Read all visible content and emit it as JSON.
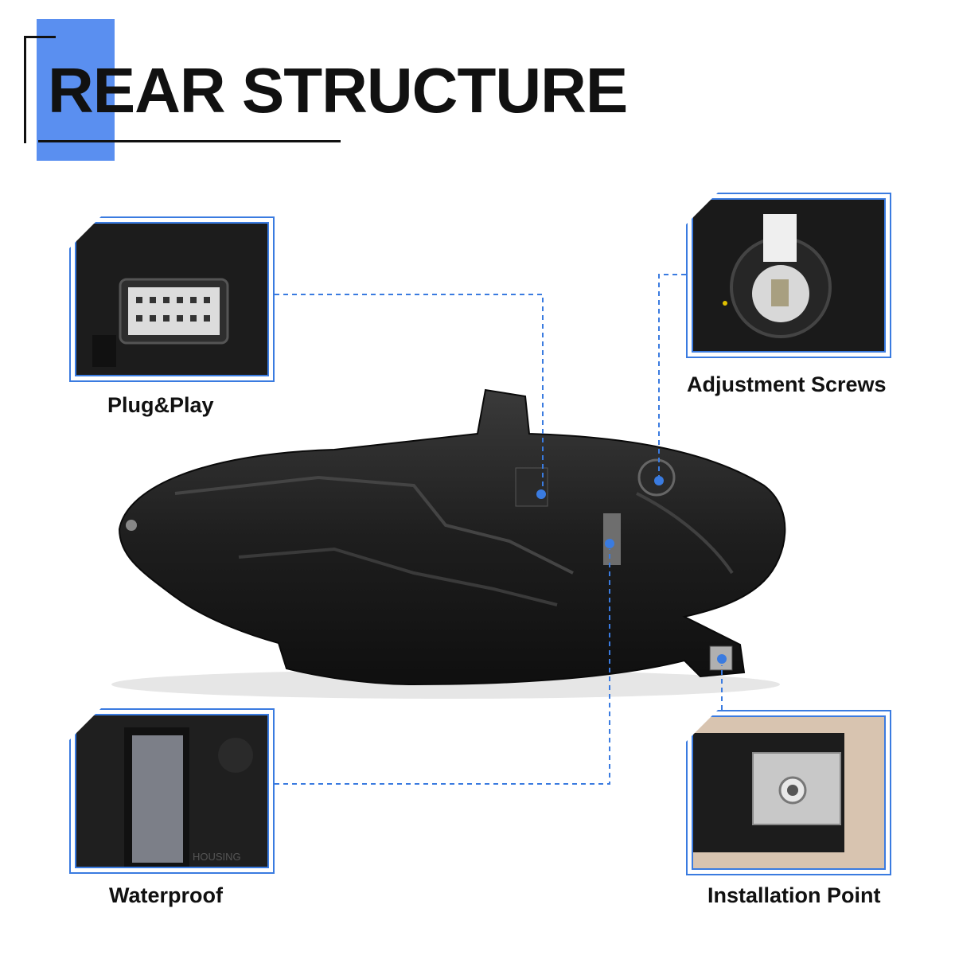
{
  "header": {
    "title": "REAR STRUCTURE"
  },
  "callouts": {
    "plug": {
      "label": "Plug&Play"
    },
    "adjust": {
      "label": "Adjustment Screws"
    },
    "waterproof": {
      "label": "Waterproof",
      "housing_text": "HOUSING"
    },
    "install": {
      "label": "Installation Point"
    }
  },
  "colors": {
    "accent": "#3a7be0",
    "title_bar": "#5a8ff0",
    "housing": "#1b1b1b"
  }
}
